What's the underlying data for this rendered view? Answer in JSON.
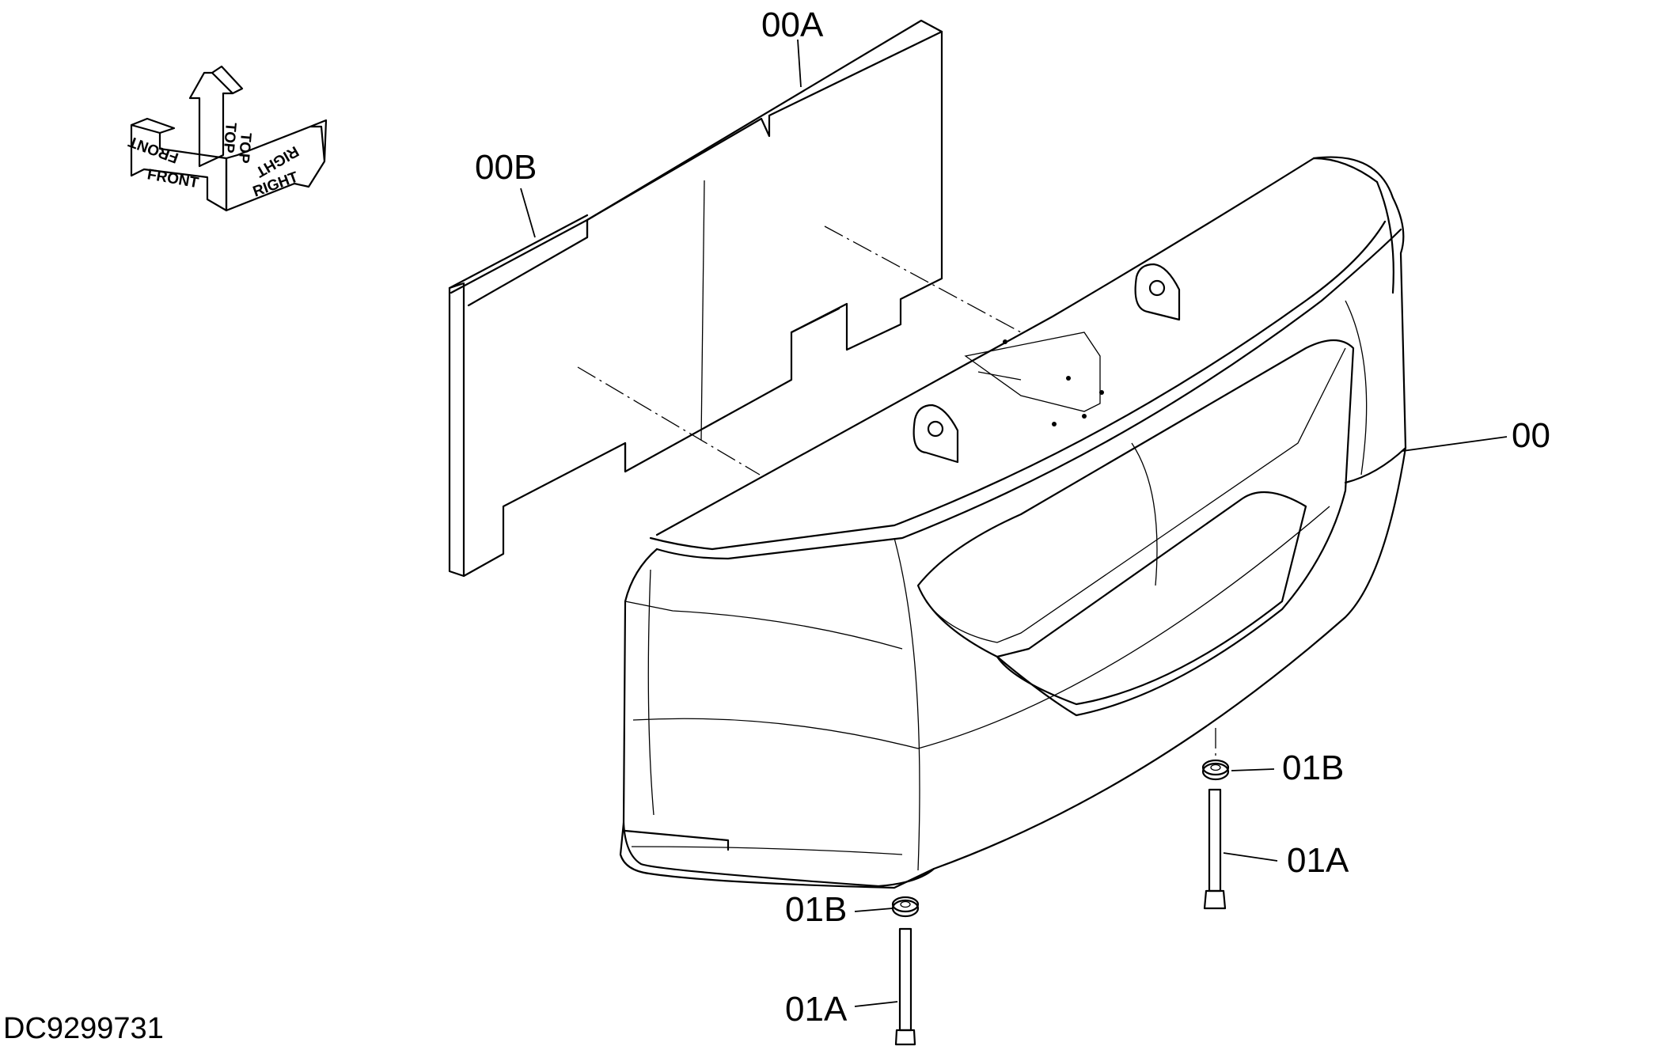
{
  "diagram": {
    "document_id": "DC9299731",
    "callouts": {
      "main_weight": "00",
      "plate_a": "00A",
      "plate_b": "00B",
      "washer_right": "01B",
      "washer_left": "01B",
      "bolt_right": "01A",
      "bolt_left": "01A"
    },
    "orientation": {
      "front": "FRONT",
      "front_mirror": "FRONT",
      "top": "TOP",
      "top_mirror": "TOP",
      "right": "RIGHT",
      "right_mirror": "RIGHT"
    },
    "colors": {
      "line": "#000000",
      "background": "#ffffff"
    }
  }
}
